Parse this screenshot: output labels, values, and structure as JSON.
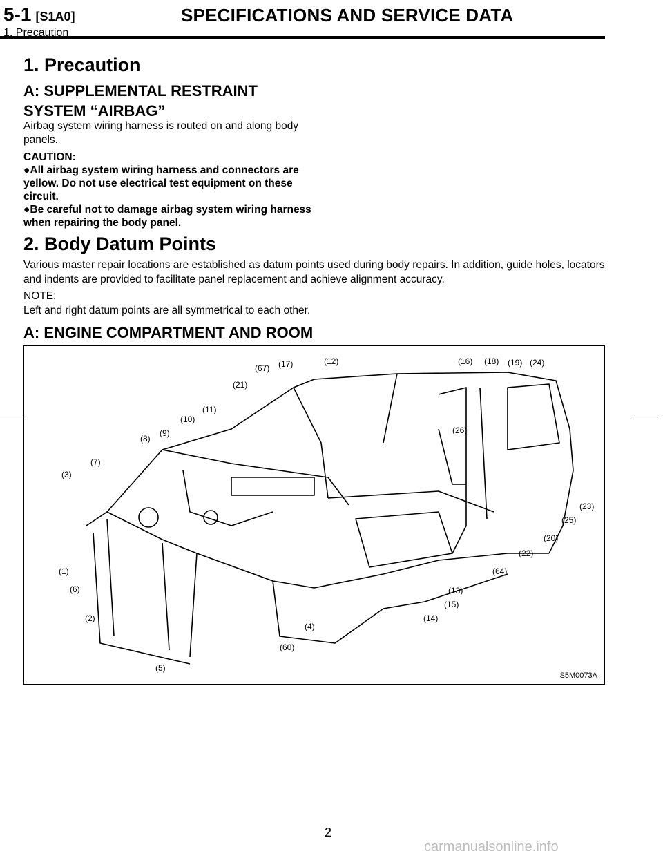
{
  "header": {
    "code": "5-1",
    "tag": "[S1A0]",
    "subsection": "1. Precaution",
    "title": "SPECIFICATIONS AND SERVICE DATA"
  },
  "section1": {
    "heading": "1. Precaution",
    "subheading": "A: SUPPLEMENTAL RESTRAINT SYSTEM “AIRBAG”",
    "body": "Airbag system wiring harness is routed on and along body panels.",
    "caution_label": "CAUTION:",
    "caution_items": [
      "All airbag system wiring harness and connectors are yellow. Do not use electrical test equipment on these circuit.",
      "Be careful not to damage airbag system wiring harness when repairing the body panel."
    ]
  },
  "section2": {
    "heading": "2. Body Datum Points",
    "body": "Various master repair locations are established as datum points used during body repairs. In addition, guide holes, locators and indents are provided to facilitate panel replacement and achieve alignment accuracy.",
    "note_label": "NOTE:",
    "note_text": "Left and right datum points are all symmetrical to each other.",
    "subheading": "A: ENGINE COMPARTMENT AND ROOM"
  },
  "figure": {
    "code": "S5M0073A",
    "labels": [
      "(67)",
      "(17)",
      "(12)",
      "(16)",
      "(18)",
      "(19)",
      "(24)",
      "(21)",
      "(11)",
      "(10)",
      "(9)",
      "(8)",
      "(7)",
      "(3)",
      "(26)",
      "(23)",
      "(25)",
      "(20)",
      "(22)",
      "(64)",
      "(13)",
      "(15)",
      "(14)",
      "(1)",
      "(6)",
      "(2)",
      "(4)",
      "(60)",
      "(5)"
    ]
  },
  "page_number": "2",
  "watermark": "carmanualsonline.info"
}
